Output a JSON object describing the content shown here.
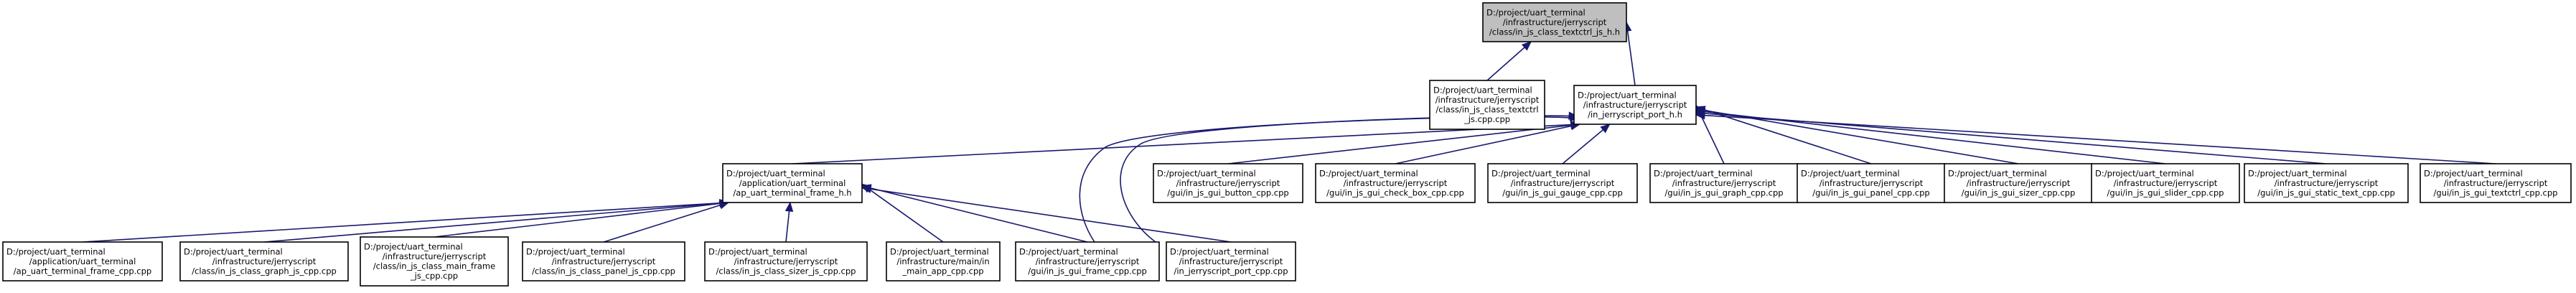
{
  "root": {
    "id": "root",
    "lines": [
      "D:/project/uart_terminal",
      "/infrastructure/jerryscript",
      "/class/in_js_class_textctrl_js_h.h"
    ]
  },
  "nodes": [
    {
      "id": "class_textctrl_cpp",
      "lines": [
        "D:/project/uart_terminal",
        "/infrastructure/jerryscript",
        "/class/in_js_class_textctrl",
        "_js.cpp.cpp"
      ]
    },
    {
      "id": "jerryscript_port_h",
      "lines": [
        "D:/project/uart_terminal",
        "/infrastructure/jerryscript",
        "/in_jerryscript_port_h.h"
      ]
    },
    {
      "id": "ap_uart_terminal_frame_h",
      "lines": [
        "D:/project/uart_terminal",
        "/application/uart_terminal",
        "/ap_uart_terminal_frame_h.h"
      ]
    },
    {
      "id": "gui_button",
      "lines": [
        "D:/project/uart_terminal",
        "/infrastructure/jerryscript",
        "/gui/in_js_gui_button_cpp.cpp"
      ]
    },
    {
      "id": "gui_check_box",
      "lines": [
        "D:/project/uart_terminal",
        "/infrastructure/jerryscript",
        "/gui/in_js_gui_check_box_cpp.cpp"
      ]
    },
    {
      "id": "gui_gauge",
      "lines": [
        "D:/project/uart_terminal",
        "/infrastructure/jerryscript",
        "/gui/in_js_gui_gauge_cpp.cpp"
      ]
    },
    {
      "id": "gui_graph",
      "lines": [
        "D:/project/uart_terminal",
        "/infrastructure/jerryscript",
        "/gui/in_js_gui_graph_cpp.cpp"
      ]
    },
    {
      "id": "gui_panel",
      "lines": [
        "D:/project/uart_terminal",
        "/infrastructure/jerryscript",
        "/gui/in_js_gui_panel_cpp.cpp"
      ]
    },
    {
      "id": "gui_sizer",
      "lines": [
        "D:/project/uart_terminal",
        "/infrastructure/jerryscript",
        "/gui/in_js_gui_sizer_cpp.cpp"
      ]
    },
    {
      "id": "gui_slider",
      "lines": [
        "D:/project/uart_terminal",
        "/infrastructure/jerryscript",
        "/gui/in_js_gui_slider_cpp.cpp"
      ]
    },
    {
      "id": "gui_static_text",
      "lines": [
        "D:/project/uart_terminal",
        "/infrastructure/jerryscript",
        "/gui/in_js_gui_static_text_cpp.cpp"
      ]
    },
    {
      "id": "gui_textctrl",
      "lines": [
        "D:/project/uart_terminal",
        "/infrastructure/jerryscript",
        "/gui/in_js_gui_textctrl_cpp.cpp"
      ]
    },
    {
      "id": "ap_uart_terminal_frame_cpp",
      "lines": [
        "D:/project/uart_terminal",
        "/application/uart_terminal",
        "/ap_uart_terminal_frame_cpp.cpp"
      ]
    },
    {
      "id": "class_graph",
      "lines": [
        "D:/project/uart_terminal",
        "/infrastructure/jerryscript",
        "/class/in_js_class_graph_js_cpp.cpp"
      ]
    },
    {
      "id": "class_main_frame",
      "lines": [
        "D:/project/uart_terminal",
        "/infrastructure/jerryscript",
        "/class/in_js_class_main_frame",
        "_js_cpp.cpp"
      ]
    },
    {
      "id": "class_panel",
      "lines": [
        "D:/project/uart_terminal",
        "/infrastructure/jerryscript",
        "/class/in_js_class_panel_js_cpp.cpp"
      ]
    },
    {
      "id": "class_sizer",
      "lines": [
        "D:/project/uart_terminal",
        "/infrastructure/jerryscript",
        "/class/in_js_class_sizer_js_cpp.cpp"
      ]
    },
    {
      "id": "main_app",
      "lines": [
        "D:/project/uart_terminal",
        "/infrastructure/main/in",
        "_main_app_cpp.cpp"
      ]
    },
    {
      "id": "gui_frame",
      "lines": [
        "D:/project/uart_terminal",
        "/infrastructure/jerryscript",
        "/gui/in_js_gui_frame_cpp.cpp"
      ]
    },
    {
      "id": "jerryscript_port_cpp",
      "lines": [
        "D:/project/uart_terminal",
        "/infrastructure/jerryscript",
        "/in_jerryscript_port_cpp.cpp"
      ]
    }
  ],
  "edges": [
    {
      "from": "class_textctrl_cpp",
      "to": "root"
    },
    {
      "from": "jerryscript_port_h",
      "to": "root"
    },
    {
      "from": "ap_uart_terminal_frame_h",
      "to": "jerryscript_port_h"
    },
    {
      "from": "gui_button",
      "to": "jerryscript_port_h"
    },
    {
      "from": "gui_check_box",
      "to": "jerryscript_port_h"
    },
    {
      "from": "gui_gauge",
      "to": "jerryscript_port_h"
    },
    {
      "from": "gui_graph",
      "to": "jerryscript_port_h"
    },
    {
      "from": "gui_panel",
      "to": "jerryscript_port_h"
    },
    {
      "from": "gui_sizer",
      "to": "jerryscript_port_h"
    },
    {
      "from": "gui_slider",
      "to": "jerryscript_port_h"
    },
    {
      "from": "gui_static_text",
      "to": "jerryscript_port_h"
    },
    {
      "from": "gui_textctrl",
      "to": "jerryscript_port_h"
    },
    {
      "from": "gui_frame",
      "to": "jerryscript_port_h"
    },
    {
      "from": "jerryscript_port_cpp",
      "to": "jerryscript_port_h"
    },
    {
      "from": "ap_uart_terminal_frame_cpp",
      "to": "ap_uart_terminal_frame_h"
    },
    {
      "from": "class_graph",
      "to": "ap_uart_terminal_frame_h"
    },
    {
      "from": "class_main_frame",
      "to": "ap_uart_terminal_frame_h"
    },
    {
      "from": "class_panel",
      "to": "ap_uart_terminal_frame_h"
    },
    {
      "from": "class_sizer",
      "to": "ap_uart_terminal_frame_h"
    },
    {
      "from": "main_app",
      "to": "ap_uart_terminal_frame_h"
    },
    {
      "from": "gui_frame",
      "to": "ap_uart_terminal_frame_h"
    },
    {
      "from": "jerryscript_port_cpp",
      "to": "ap_uart_terminal_frame_h"
    }
  ]
}
